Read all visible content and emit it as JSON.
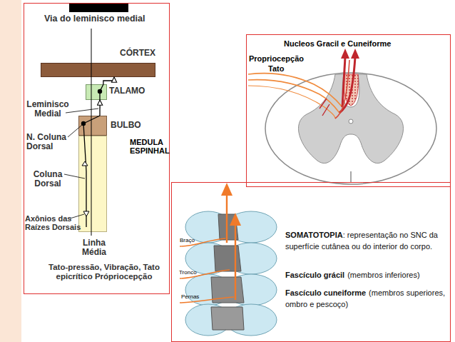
{
  "diagram": {
    "nodes": [
      {
        "text": [
          "Via do leminisco medial"
        ]
      },
      {
        "text": [
          "CÓRTEX"
        ],
        "in": 0
      },
      {
        "text": [
          "TALAMO"
        ],
        "in": 0
      },
      {
        "text": [
          "BULBO"
        ],
        "in": 0
      },
      {
        "text": [
          "MEDULA ESPINHAL"
        ],
        "in": 0
      },
      {
        "text": [
          "Nucleos Gracil e Cuneiforme"
        ]
      }
    ],
    "edges": [
      {
        "from": 3,
        "to": 2,
        "arrow": "to"
      },
      {
        "from": 2,
        "to": 1,
        "arrow": "to"
      }
    ],
    "labels": [
      "Leminisco Medial",
      "N. Coluna Dorsal",
      "Coluna Dorsal",
      "Axônios das Raízes Dorsais",
      "Linha Média",
      "Tato-pressão, Vibração, Tato epicrítico Própriocepção",
      "Propriocepção",
      "Tato",
      "Braço",
      "Tronco",
      "Pernas",
      "SOMATOTOPIA",
      ": representação no SNC da superfície cutânea ou do interior do corpo.",
      "Fascículo grácil",
      "(membros inferiores)",
      "Fascículo cuneiforme",
      "(membros superiores, ombro e pescoço)"
    ]
  }
}
